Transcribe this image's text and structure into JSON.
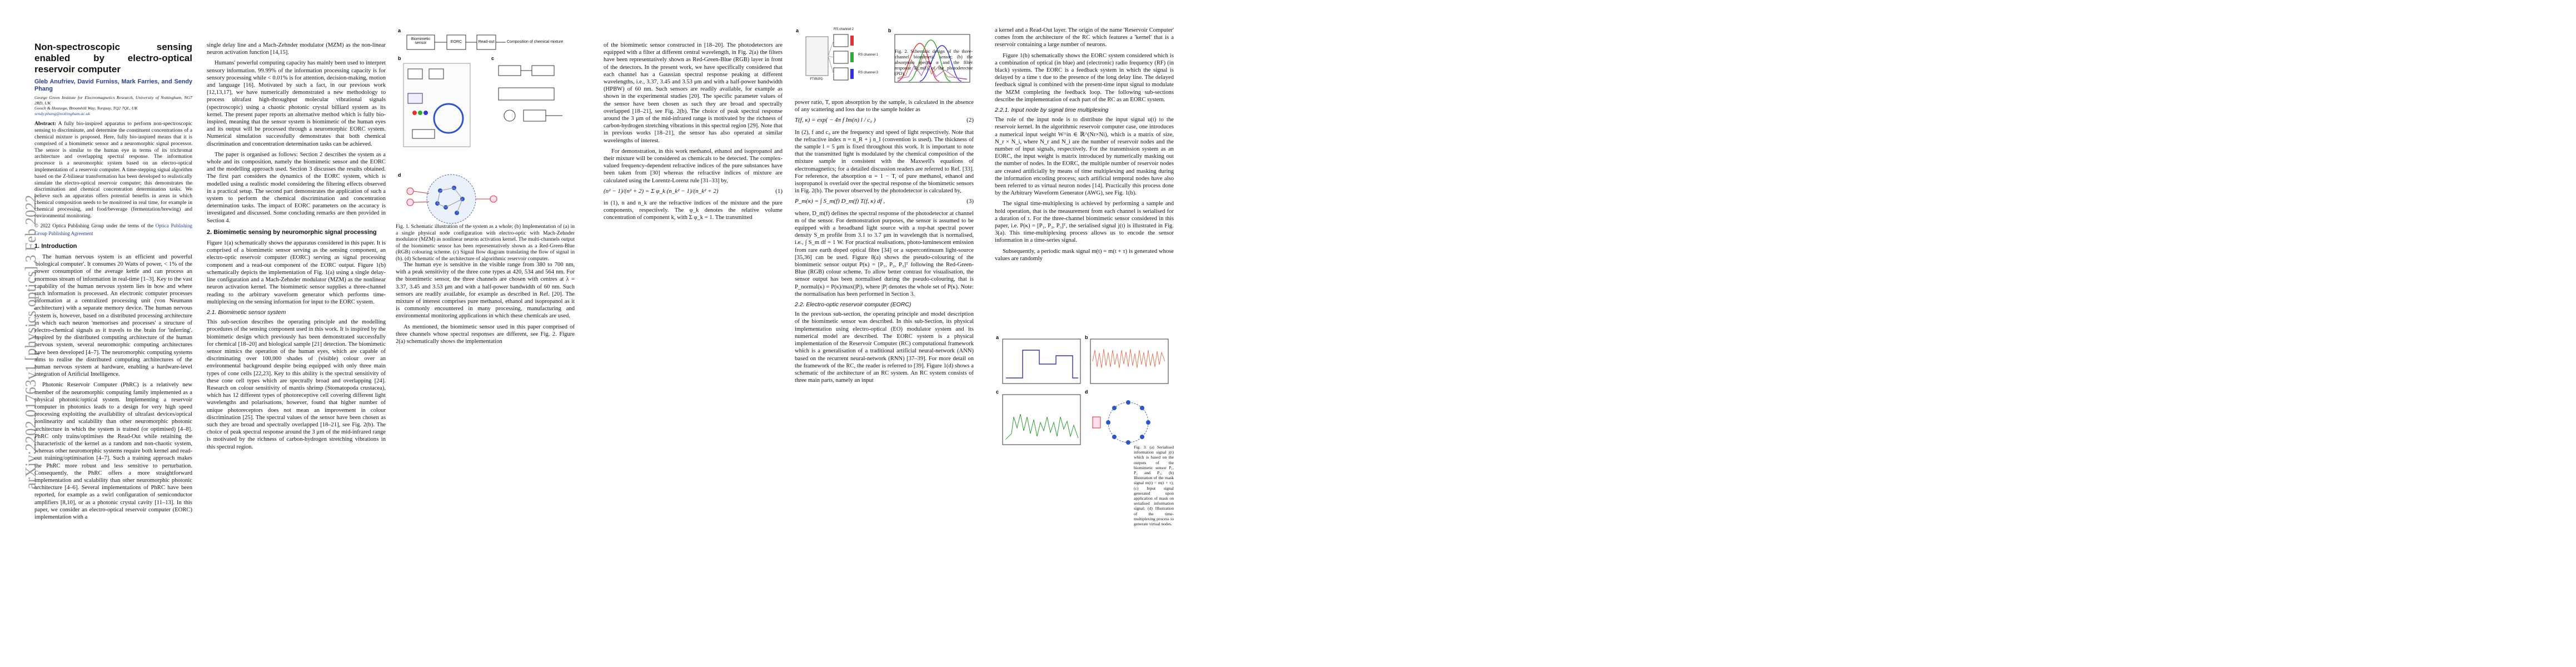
{
  "arxiv_stamp": "arXiv:2202.01763v1  [physics.optics]  3 Feb 2022",
  "page1": {
    "title": "Non-spectroscopic sensing enabled by electro-optical reservoir computer",
    "authors": "Gleb Anufriev, David Furniss, Mark Farries, and Sendy Phang",
    "affiliation1": "George Green Institute for Electromagnetics Research, University of Nottingham, NG7 2RD, UK",
    "affiliation2": "Gooch & Housego, Broomhill Way, Torquay, TQ2 7QL, UK",
    "email": "sendy.phang@nottingham.ac.uk",
    "abstract_label": "Abstract:",
    "abstract": "A fully bio-inspired apparatus to perform non-spectroscopic sensing to discriminate, and determine the constituent concentrations of a chemical mixture is proposed. Here, fully bio-inspired means that it is comprised of a biomimetic sensor and a neuromorphic signal processor. The sensor is similar to the human eye in terms of its trichromat architecture and overlapping spectral response. The information processor is a neuromorphic system based on an electro-optical implementation of a reservoir computer. A time-stepping signal algorithm based on the Z-bilinear transformation has been developed to realistically simulate the electro-optical reservoir computer; this demonstrates the discrimination and chemical concentration determination tasks. We believe such an apparatus offers potential benefits in areas in which chemical composition needs to be monitored in real time, for example in chemical processing, and food/beverage (fermentation/brewing) and environmental monitoring.",
    "copyright": "© 2022 Optica Publishing Group under the terms of the",
    "copyright_link": "Optica Publishing Group Publishing Agreement",
    "h_intro": "1.   Introduction",
    "intro_p1": "The human nervous system is an efficient and powerful 'biological computer'. It consumes 20 Watts of power, < 1% of the power consumption of the average kettle and can process an enormous stream of information in real-time [1–3]. Key to the vast capability of the human nervous system lies in how and where such information is processed. An electronic computer processes information at a centralized processing unit (von Neumann architecture) with a separate memory device. The human nervous system is, however, based on a distributed processing architecture in which each neuron 'memorises and processes' a structure of electro-chemical signals as it travels to the brain for 'inferring'. Inspired by the distributed computing architecture of the human nervous system, several neuromorphic computing architectures have been developed [4–7]. The neuromorphic computing systems aims to realise the distributed computing architectures of the human nervous system at hardware, enabling a hardware-level integration of Artificial Intelligence.",
    "intro_p2": "Photonic Reservoir Computer (PhRC) is a relatively new member of the neuromorphic computing family implemented as a physical photonic/optical system. Implementing a reservoir computer in photonics leads to a design for very high speed processing exploiting the availability of ultrafast devices/optical nonlinearity and scalability than other neuromorphic photonic architecture in which the system is trained (or optimised) [4–8]. PhRC only trains/optimises the Read-Out while retaining the characteristic of the kernel as a random and non-chaotic system, whereas other neuromorphic systems require both kernel and read-out training/optimisation [4–7]. Such a training approach makes the PhRC more robust and less sensitive to perturbation. Consequently, the PhRC offers a more straightforward implementation and scalability than other neuromorphic photonic architecture [4–6]. Several implementations of PhRC have been reported, for example as a swirl configuration of semiconductor amplifiers [8,10], or as a photonic crystal cavity [11–13]. In this paper, we consider an electro-optical reservoir computer (EORC) implementation with a"
  },
  "page2": {
    "col1_p1": "single delay line and a Mach-Zehnder modulator (MZM) as the non-linear neuron activation function [14,15].",
    "col1_p2": "Humans' powerful computing capacity has mainly been used to interpret sensory information. 99.99% of the information processing capacity is for sensory processing while < 0.01% is for attention, decision-making, motion and language [16]. Motivated by such a fact, in our previous work [12,13,17], we have numerically demonstrated a new methodology to process ultrafast high-throughput molecular vibrational signals (spectroscopic) using a chaotic photonic crystal billiard system as its kernel. The present paper reports an alternative method which is fully bio-inspired, meaning that the sensor system is biomimetic of the human eyes and its output will be processed through a neuromorphic EORC system. Numerical simulation successfully demonstrates that both chemical discrimination and concentration determination tasks can be achieved.",
    "col1_p3": "The paper is organised as follows: Section 2 describes the system as a whole and its composition, namely the biomimetic sensor and the EORC and the modelling approach used. Section 3 discusses the results obtained. The first part considers the dynamics of the EORC system, which is modelled using a realistic model considering the filtering effects observed in a practical setup. The second part demonstrates the application of such a system to perform the chemical discrimination and concentration determination tasks. The impact of EORC parameters on the accuracy is investigated and discussed. Some concluding remarks are then provided in Section 4.",
    "h2": "2.   Biomimetic sensing by neuromorphic signal processing",
    "col1_p4": "Figure 1(a) schematically shows the apparatus considered in this paper. It is comprised of a biomimetic sensor serving as the sensing component, an electro-optic reservoir computer (EORC) serving as signal processing component and a read-out component of the EORC output. Figure 1(b) schematically depicts the implementation of Fig. 1(a) using a single delay-line configuration and a Mach-Zehnder modulator (MZM) as the nonlinear neuron activation kernel. The biomimetic sensor supplies a three-channel reading to the arbitrary waveform generator which performs time-multiplexing on the sensing information for input to the EORC system.",
    "h21": "2.1.   Biomimetic sensor system",
    "col1_p5": "This sub-section describes the operating principle and the modelling procedures of the sensing component used in this work. It is inspired by the biomimetic design which previously has been demonstrated successfully for chemical [18–20] and biological sample [21] detection. The biomimetic sensor mimics the operation of the human eyes, which are capable of discriminating over 100,000 shades of (visible) colour over an environmental background despite being equipped with only three main types of cone cells [22,23]. Key to this ability is the spectral sensitivity of these cone cell types which are spectrally broad and overlapping [24]. Research on colour sensitivity of mantis shrimp (Stomatopoda crustacea), which has 12 different types of photoreceptive cell covering different light wavelengths and polarisations, however, found that higher number of unique photoreceptors does not mean an improvement in colour discrimination [25]. The spectral values of the sensor have been chosen as such they are broad and spectrally overlapped [18–21], see Fig. 2(b). The choice of peak spectral response around the 3 μm of the mid-infrared range is motivated by the richness of carbon-hydrogen stretching vibrations in this spectral region.",
    "col2_p1": "The human eye is sensitive in the visible range from 380 to 700 nm, with a peak sensitivity of the three cone types at 420, 534 and 564 nm. For the biomimetic sensor, the three channels are chosen with centres at λ = 3.37, 3.45 and 3.53 μm and with a half-power bandwidth of 60 nm. Such sensors are readily available, for example as described in Ref. [20]. The mixture of interest comprises pure methanol, ethanol and isopropanol as it is commonly encountered in many processing, manufacturing and environmental monitoring applications in which these chemicals are used.",
    "col2_p2": "As mentioned, the biomimetic sensor used in this paper comprised of three channels whose spectral responses are different, see Fig. 2. Figure 2(a) schematically shows the implementation",
    "fig1_caption": "Fig. 1.   Schematic illustration of the system as a whole; (b) Implementation of (a) in a single physical node configuration with electro-optic with Mach-Zehnder modulator (MZM) as nonlinear neuron activation kernel. The multi-channels output of the biomimetic sensor has been representatively shown as a Red-Green-Blue (RGB) colouring scheme. (c) Signal flow diagram translating the flow of signal in (b). (d) Schematic of the architecture of algorithmic reservoir computer.",
    "fig1_a_boxes": [
      "Biomimetic sensor",
      "EORC",
      "Read-out",
      "Composition of chemical mixture"
    ],
    "col3_p1": "of the biomimetic sensor constructed in [18–20]. The photodetectors are equipped with a filter at different central wavelength, in Fig. 2(a) the filters have been representatively shown as Red-Green-Blue (RGB) layer in front of the detectors. In the present work, we have specifically considered that each channel has a Gaussian spectral response peaking at different wavelengths, i.e., 3.37, 3.45 and 3.53 μm and with a half-power bandwidth (HPBW) of 60 nm. Such sensors are readily available, for example as shown in the experimental studies [20]. The specific parameter values of the sensor have been chosen as such they are broad and spectrally overlapped [18–21], see Fig. 2(b). The choice of peak spectral response around the 3 μm of the mid-infrared range is motivated by the richness of carbon-hydrogen stretching vibrations in this spectral region [29]. Note that in previous works [18–21], the sensor has also operated at similar wavelengths of interest.",
    "col3_p2": "For demonstration, in this work methanol, ethanol and isopropanol and their mixture will be considered as chemicals to be detected. The complex-valued frequency-dependent refractive indices of the pure substances have been taken from [30] whereas the refractive indices of mixture are calculated using the Lorentz-Lorenz rule [31–33] by,",
    "eq1": "(n² − 1)/(n² + 2) = Σ φ_k (n_k² − 1)/(n_k² + 2)",
    "eq1_num": "(1)",
    "col3_p3": "in (1), n and n_k are the refractive indices of the mixture and the pure components, respectively. The φ_k denotes the relative volume concentration of component k, with Σ φ_k = 1. The transmitted",
    "col4_p1": "power ratio, T, upon absorption by the sample, is calculated in the absence of any scattering and loss due to the sample holder as",
    "eq2": "T(f, κ) = exp( − 4π f Im(n) l / c₀ )",
    "eq2_num": "(2)",
    "col4_p2": "In (2), f and c₀ are the frequency and speed of light respectively. Note that the refractive index n = n_R + j n_I (convention is used). The thickness of the sample l = 5 μm is fixed throughout this work. It is important to note that the transmitted light is modulated by the chemical composition of the mixture sample in consistent with the Maxwell's equations of electromagnetics; for a detailed discussion readers are referred to Ref. [33]. For reference, the absorption α = 1 − T, of pure methanol, ethanol and isopropanol is overlaid over the spectral response of the biomimetic sensors in Fig. 2(b). The power observed by the photodetector is calculated by,",
    "eq3": "P_m(κ) = ∫ S_m(f) D_m(f) T(f, κ) df ,",
    "eq3_num": "(3)",
    "col4_p3": "where, D_m(f) defines the spectral response of the photodetector at channel m of the sensor. For demonstration purposes, the sensor is assumed to be equipped with a broadband light source with a top-hat spectral power density S_m profile from 3.1 to 3.7 μm in wavelength that is normalised, i.e., ∫ S_m df = 1 W. For practical realisations, photo-luminescent emission from rare earth doped optical fibre [34] or a supercontinuum light-source [35,36] can be used. Figure 8(a) shows the pseudo-colouring of the biomimetic sensor output P(κ) = [P₁, P₂, P₃]ᵀ following the Red-Green-Blue (RGB) colour scheme. To allow better contrast for visualisation, the sensor output has been normalised during the pseudo-colouring, that is P_normal(κ) = P(κ)/max(|P|), where |P| denotes the whole set of P(κ). Note: the normalisation has been performed in Section 3.",
    "h22": "2.2.   Electro-optic reservoir computer (EORC)",
    "col4_p4": "In the previous sub-section, the operating principle and model description of the biomimetic sensor was described. In this sub-Section, its physical implementation using electro-optical (EO) modulator system and its numerical model are described. The EORC system is a physical implementation of the Reservoir Computer (RC) computational framework which is a generalisation of a traditional artificial neural-network (ANN) based on the recurrent neural-network (RNN) [37–39]. For more detail on the framework of the RC, the reader is referred to [39]. Figure 1(d) shows a schematic of the architecture of an RC system. An RC system consists of three main parts, namely an input",
    "fig2_caption": "Fig. 2.   Schematic design of the three-channel biomimetic sensor; (b) the absorption spectra α and the filter response D_m(f) of the photodetector (PD).",
    "fig2_labels": [
      "RS channel 2",
      "RS channel 1",
      "RS channel 3",
      "FTIR/PD"
    ]
  },
  "page3": {
    "col1_p1": "a kernel and a Read-Out layer. The origin of the name 'Reservoir Computer' comes from the architecture of the RC which features a 'kernel' that is a reservoir containing a large number of neurons.",
    "col1_p2": "Figure 1(b) schematically shows the EORC system considered which is a combination of optical (in blue) and (electronic) radio frequency (RF) (in black) systems. The EORC is a feedback system in which the signal is delayed by a time τ due to the presence of the long delay line. The delayed feedback signal is combined with the present-time input signal to modulate the MZM completing the feedback loop. The following sub-sections describe the implementation of each part of the RC as an EORC system.",
    "h221": "2.2.1.   Input node by signal time multiplexing",
    "col1_p3": "The role of the input node is to distribute the input signal u(t) to the reservoir kernel. In the algorithmic reservoir computer case, one introduces a numerical input weight W^in ∈ ℝ^(Nr×Ni), which is a matrix of size, N_r × N_i, where N_r and N_i are the number of reservoir nodes and the number of input signals, respectively. For the transmission system as an EORC, the input weight is matrix introduced by numerically masking out the number of nodes. In the EORC, the multiple number of reservoir nodes are created artificially by means of time multiplexing and masking during the information encoding process; such artificial temporal nodes have also been referred to as virtual neuron nodes [14]. Practically this process done by the Arbitrary Waveform Generator (AWG), see Fig. 1(b).",
    "col1_p4": "The signal time-multiplexing is achieved by performing a sample and hold operation, that is the measurement from each channel is serialised for a duration of τ. For the three-channel biomimetic sensor considered in this paper, i.e. P(κ) = [P₁, P₂, P₃]ᵀ, the serialised signal j(t) is illustrated in Fig. 3(a). This time-multiplexing process allows us to encode the sensor information in a time-series signal.",
    "col1_p5": "Subsequently, a periodic mask signal m(t) = m(t + τ) is generated whose values are randomly",
    "fig3_caption": "Fig. 3.   (a) Serialised information signal j(t) which is based on the outputs of the biomimetic sensor P₁, P₂ and P₃; (b) Illustration of the mask signal m(t) = m(t + τ); (c) Input signal generated upon application of mask on serialised information signal; (d) Illustration of the time-multiplexing process to generate virtual nodes."
  }
}
